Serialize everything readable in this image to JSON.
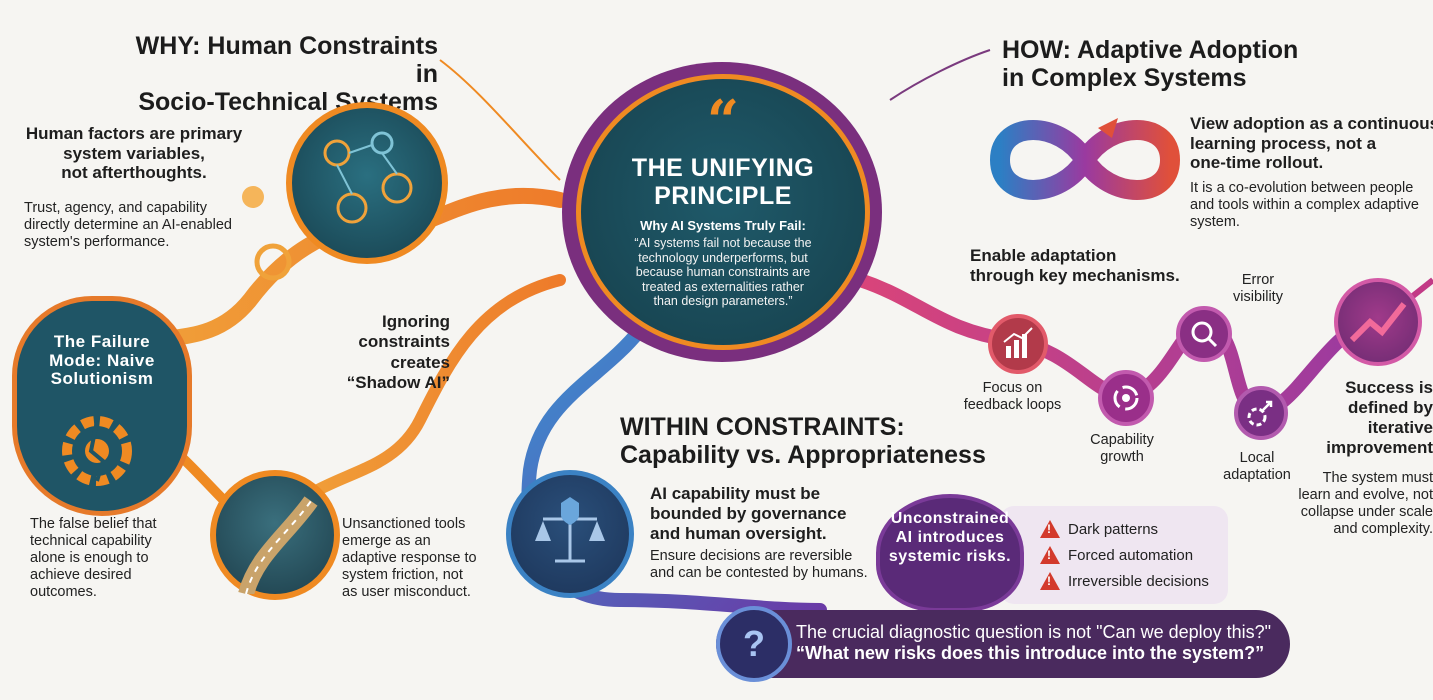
{
  "why": {
    "title": [
      "WHY: Human Constraints in",
      "Socio-Technical Systems"
    ],
    "human_factors_bold": [
      "Human factors are primary",
      "system variables,",
      "not afterthoughts."
    ],
    "human_factors_body": [
      "Trust, agency, and capability",
      "directly determine an AI-enabled",
      "system's performance."
    ],
    "failure_mode_title": [
      "The Failure",
      "Mode: Naive",
      "Solutionism"
    ],
    "failure_body": [
      "The false belief that",
      "technical capability",
      "alone is enough to",
      "achieve desired",
      "outcomes."
    ],
    "shadow_bold": [
      "Ignoring",
      "constraints",
      "creates",
      "“Shadow AI”"
    ],
    "shadow_body": [
      "Unsanctioned tools",
      "emerge as an",
      "adaptive response to",
      "system friction, not",
      "as user misconduct."
    ]
  },
  "center": {
    "quote_mark": "“",
    "title": [
      "THE UNIFYING",
      "PRINCIPLE"
    ],
    "subtitle": "Why AI Systems Truly Fail:",
    "quote": [
      "“AI systems fail not because the",
      "technology underperforms, but",
      "because human constraints are",
      "treated as externalities rather",
      "than design parameters.”"
    ]
  },
  "how": {
    "title": [
      "HOW: Adaptive Adoption",
      "in Complex Systems"
    ],
    "continuous_bold": [
      "View adoption as a continuous",
      "learning process, not a",
      "one-time rollout."
    ],
    "continuous_body": [
      "It is a co-evolution between people",
      "and tools within a complex adaptive",
      "system."
    ],
    "mechanisms_bold": [
      "Enable adaptation",
      "through key mechanisms."
    ],
    "mechanisms": [
      {
        "label": [
          "Focus on",
          "feedback loops"
        ]
      },
      {
        "label": [
          "Capability",
          "growth"
        ]
      },
      {
        "label": [
          "Error",
          "visibility"
        ]
      },
      {
        "label": [
          "Local",
          "adaptation"
        ]
      }
    ],
    "success_bold": [
      "Success is",
      "defined by",
      "iterative",
      "improvement"
    ],
    "success_body": [
      "The system must",
      "learn and evolve, not",
      "collapse under scale",
      "and complexity."
    ]
  },
  "within": {
    "title": [
      "WITHIN CONSTRAINTS:",
      "Capability vs. Appropriateness"
    ],
    "bounded_bold": [
      "AI capability must be",
      "bounded by governance",
      "and human oversight."
    ],
    "bounded_body": [
      "Ensure decisions are reversible",
      "and can be contested by humans."
    ],
    "risk_title": [
      "Unconstrained",
      "AI introduces",
      "systemic risks."
    ],
    "risks": [
      "Dark patterns",
      "Forced automation",
      "Irreversible decisions"
    ],
    "question_icon": "?",
    "question_line1": "The crucial diagnostic question is not \"Can we deploy this?\"",
    "question_line2": "“What new risks does this introduce into the system?”"
  },
  "colors": {
    "orange": "#ef8a22",
    "teal": "#1f5a6a",
    "magenta": "#c23a86",
    "purple": "#6b2f7e",
    "blue": "#3b82c4",
    "red": "#d33a2c"
  }
}
